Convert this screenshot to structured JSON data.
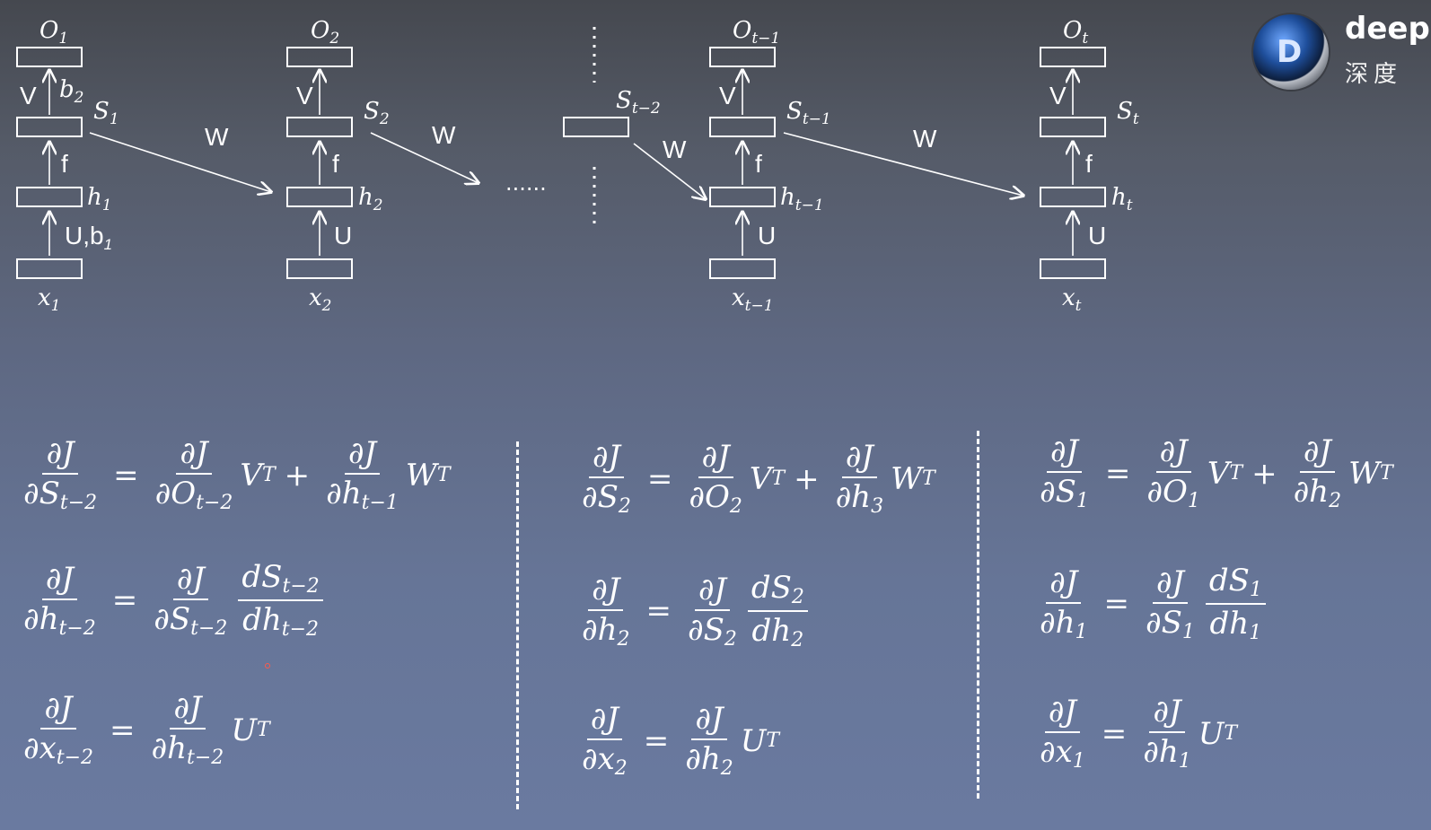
{
  "logo": {
    "letter": "D",
    "brand_text": "deep",
    "brand_cn": "深度"
  },
  "diagram": {
    "weights": {
      "v": "V",
      "f": "f",
      "u": "U",
      "w": "W",
      "ub": "U,b",
      "b2": "b"
    },
    "columns": [
      {
        "o": "O",
        "o_sub": "1",
        "s": "S",
        "s_sub": "1",
        "h": "h",
        "h_sub": "1",
        "x": "x",
        "x_sub": "1"
      },
      {
        "o": "O",
        "o_sub": "2",
        "s": "S",
        "s_sub": "2",
        "h": "h",
        "h_sub": "2",
        "x": "x",
        "x_sub": "2"
      },
      {
        "o": "O",
        "o_sub": "t−1",
        "s": "S",
        "s_sub": "t−1",
        "h": "h",
        "h_sub": "t−1",
        "x": "x",
        "x_sub": "t−1"
      },
      {
        "o": "O",
        "o_sub": "t",
        "s": "S",
        "s_sub": "t",
        "h": "h",
        "h_sub": "t",
        "x": "x",
        "x_sub": "t"
      }
    ],
    "mid_state": {
      "s": "S",
      "s_sub": "t−2"
    },
    "ellipsis": "......"
  },
  "equations": {
    "col1": {
      "eq1": {
        "n": "∂J",
        "d": "∂S",
        "d_sub": "t−2",
        "t1n": "∂J",
        "t1d": "∂O",
        "t1d_sub": "t−2",
        "m1": "V",
        "sup1": "T",
        "t2n": "∂J",
        "t2d": "∂h",
        "t2d_sub": "t−1",
        "m2": "W",
        "sup2": "T"
      },
      "eq2": {
        "n": "∂J",
        "d": "∂h",
        "d_sub": "t−2",
        "a_n": "∂J",
        "a_d": "∂S",
        "a_d_sub": "t−2",
        "b_n": "dS",
        "b_n_sub": "t−2",
        "b_d": "dh",
        "b_d_sub": "t−2"
      },
      "eq3": {
        "n": "∂J",
        "d": "∂x",
        "d_sub": "t−2",
        "a_n": "∂J",
        "a_d": "∂h",
        "a_d_sub": "t−2",
        "m": "U",
        "sup": "T"
      }
    },
    "col2": {
      "eq1": {
        "n": "∂J",
        "d": "∂S",
        "d_sub": "2",
        "t1n": "∂J",
        "t1d": "∂O",
        "t1d_sub": "2",
        "m1": "V",
        "sup1": "T",
        "t2n": "∂J",
        "t2d": "∂h",
        "t2d_sub": "3",
        "m2": "W",
        "sup2": "T"
      },
      "eq2": {
        "n": "∂J",
        "d": "∂h",
        "d_sub": "2",
        "a_n": "∂J",
        "a_d": "∂S",
        "a_d_sub": "2",
        "b_n": "dS",
        "b_n_sub": "2",
        "b_d": "dh",
        "b_d_sub": "2"
      },
      "eq3": {
        "n": "∂J",
        "d": "∂x",
        "d_sub": "2",
        "a_n": "∂J",
        "a_d": "∂h",
        "a_d_sub": "2",
        "m": "U",
        "sup": "T"
      }
    },
    "col3": {
      "eq1": {
        "n": "∂J",
        "d": "∂S",
        "d_sub": "1",
        "t1n": "∂J",
        "t1d": "∂O",
        "t1d_sub": "1",
        "m1": "V",
        "sup1": "T",
        "t2n": "∂J",
        "t2d": "∂h",
        "t2d_sub": "2",
        "m2": "W",
        "sup2": "T"
      },
      "eq2": {
        "n": "∂J",
        "d": "∂h",
        "d_sub": "1",
        "a_n": "∂J",
        "a_d": "∂S",
        "a_d_sub": "1",
        "b_n": "dS",
        "b_n_sub": "1",
        "b_d": "dh",
        "b_d_sub": "1"
      },
      "eq3": {
        "n": "∂J",
        "d": "∂x",
        "d_sub": "1",
        "a_n": "∂J",
        "a_d": "∂h",
        "a_d_sub": "1",
        "m": "U",
        "sup": "T"
      }
    },
    "ops": {
      "eq": "=",
      "plus": "+"
    }
  }
}
